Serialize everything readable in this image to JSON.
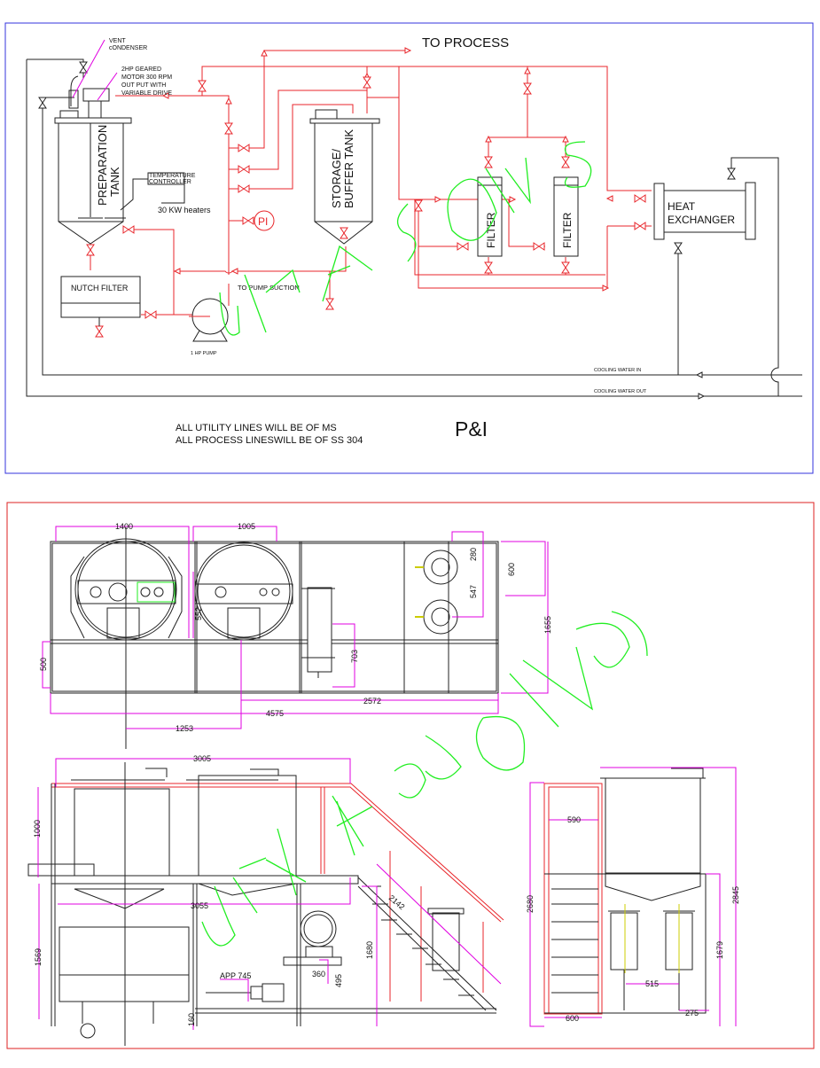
{
  "pid": {
    "title": "P&I",
    "to_process": "TO PROCESS",
    "vent_condenser": [
      "VENT",
      "cONDENSER"
    ],
    "motor": [
      "2HP GEARED",
      "MOTOR 300 RPM",
      "OUT PUT WITH",
      "VARIABLE DRIVE"
    ],
    "preparation_tank": [
      "PREPARATION",
      "TANK"
    ],
    "temperature_controller": [
      "TEMPERATURE",
      "CONTROLLER"
    ],
    "heaters": "30 KW heaters",
    "pressure_indicator": "PI",
    "storage_tank": [
      "STORAGE/",
      "BUFFER TANK"
    ],
    "filter_1": "FILTER",
    "filter_2": "FILTER",
    "heat_exchanger": [
      "HEAT",
      "EXCHANGER"
    ],
    "nutch_filter": "NUTCH FILTER",
    "pump": "1 HP PUMP",
    "pump_suction": "TO PUMP SUCTION",
    "cooling_water_in": "COOLING WATER IN",
    "cooling_water_out": "COOLING WATER OUT",
    "notes": [
      "ALL UTILITY LINES WILL BE OF MS",
      "ALL PROCESS LINESWILL BE OF SS 304"
    ]
  },
  "layout_drawing": {
    "plan_dims": {
      "d1400": "1400",
      "d1005": "1005",
      "d280": "280",
      "d600": "600",
      "d547": "547",
      "d1655": "1655",
      "d552": "552",
      "d500": "500",
      "d703": "703",
      "d2572": "2572",
      "d4575": "4575",
      "d1253": "1253"
    },
    "elevation_dims": {
      "d3005": "3005",
      "d1000": "1000",
      "d3055": "3055",
      "d1569": "1569",
      "d2142": "2142",
      "d1680": "1680",
      "d360": "360",
      "d495": "495",
      "app745": "APP 745",
      "d160": "160"
    },
    "side_dims": {
      "d590": "590",
      "d2680": "2680",
      "d2845": "2845",
      "d1679": "1679",
      "d515": "515",
      "d275": "275",
      "d600": "600"
    }
  },
  "watermark": "UMA SONS",
  "colors": {
    "process_line": "#e8262b",
    "dimension": "#e000e0",
    "watermark": "#22ee22",
    "top_frame": "#3333dd",
    "bottom_frame": "#dd2222"
  }
}
